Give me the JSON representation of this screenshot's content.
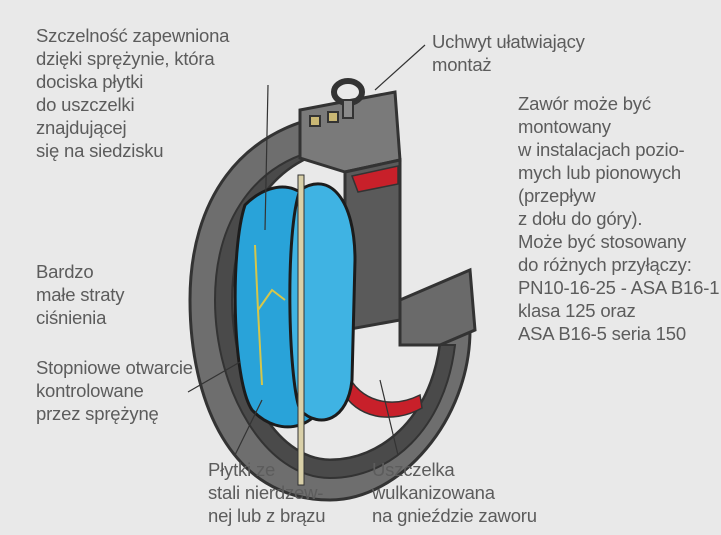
{
  "labels": {
    "seal_spring": [
      "Szczelność zapewniona",
      "dzięki sprężynie, która",
      "dociska płytki",
      "do uszczelki",
      "znajdującej",
      "się na siedzisku"
    ],
    "handle": [
      "Uchwyt ułatwiający",
      "montaż"
    ],
    "mounting": [
      "Zawór może być",
      "montowany",
      "w instalacjach pozio-",
      "mych lub pionowych",
      "(przepływ",
      "z dołu do góry).",
      "Może być stosowany",
      "do różnych przyłączy:",
      "PN10-16-25 - ASA B16-1",
      "klasa 125 oraz",
      "ASA B16-5 seria 150"
    ],
    "pressure_loss": [
      "Bardzo",
      "małe straty",
      "ciśnienia"
    ],
    "gradual_opening": [
      "Stopniowe otwarcie",
      "kontrolowane",
      "przez sprężynę"
    ],
    "plates": [
      "Płytki ze",
      "stali nierdzew-",
      "nej lub z brązu"
    ],
    "gasket": [
      "Uszczelka",
      "wulkanizowana",
      "na gnieździe zaworu"
    ]
  },
  "colors": {
    "background": "#e9e9e9",
    "text": "#5c5c5c",
    "body_grey": "#6e6e6e",
    "body_dark": "#333333",
    "plate_blue": "#29a3d9",
    "gasket_red": "#c8202a",
    "spring_yellow": "#d6c64a"
  }
}
